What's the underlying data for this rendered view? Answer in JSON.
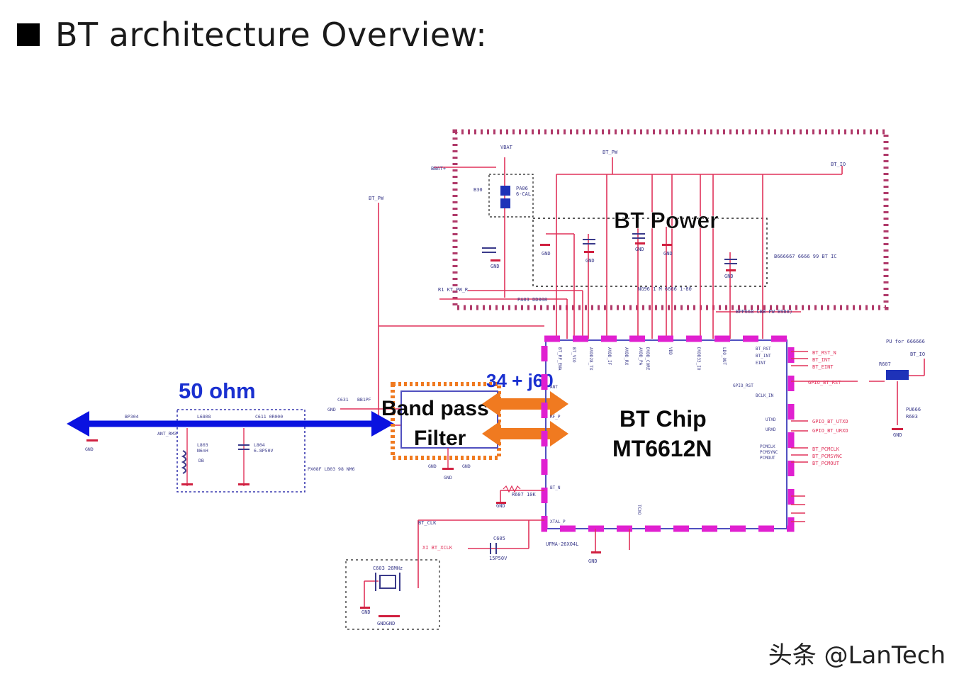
{
  "slide": {
    "title": "BT architecture Overview:"
  },
  "diagram": {
    "labels": {
      "bt_power": "BT Power",
      "bt_chip_line1": "BT Chip",
      "bt_chip_line2": "MT6612N",
      "band_pass_line1": "Band pass",
      "band_pass_line2": "Filter",
      "impedance": "34 + j60",
      "ohm": "50 ohm"
    },
    "colors": {
      "wire": "#e0325a",
      "power_border": "#b03a6a",
      "chip_dash": "#e020d0",
      "chip_border": "#5050c0",
      "arrow_blue": "#0a12e0",
      "arrow_orange": "#f07a20",
      "filter_border": "#f07a20",
      "small_text": "#3a3a8a",
      "label_blue": "#1a30d0",
      "gnd": "#d02040"
    }
  },
  "watermark": {
    "text": "头条 @LanTech"
  }
}
